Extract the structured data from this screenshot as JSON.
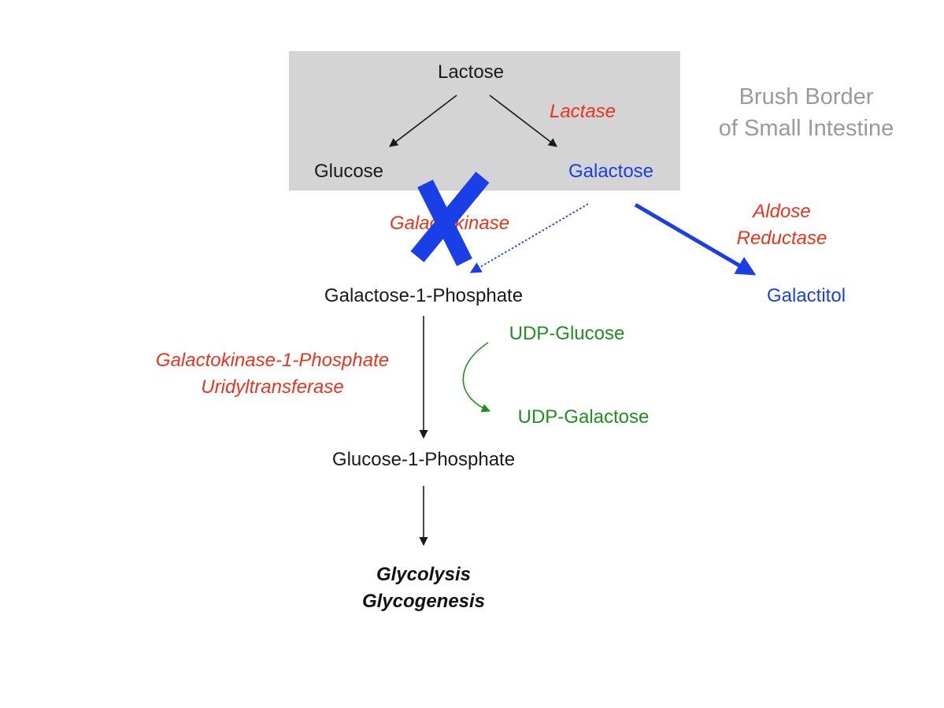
{
  "region": {
    "line1": "Brush Border",
    "line2": "of Small Intestine"
  },
  "nodes": {
    "lactose": "Lactose",
    "glucose": "Glucose",
    "galactose": "Galactose",
    "galactose_1_phosphate": "Galactose-1-Phosphate",
    "galactitol": "Galactitol",
    "udp_glucose": "UDP-Glucose",
    "udp_galactose": "UDP-Galactose",
    "glucose_1_phosphate": "Glucose-1-Phosphate",
    "outcome_line1": "Glycolysis",
    "outcome_line2": "Glycogenesis"
  },
  "enzymes": {
    "lactase": "Lactase",
    "galactokinase": "Galactokinase",
    "aldose_reductase_line1": "Aldose",
    "aldose_reductase_line2": "Reductase",
    "galt_line1": "Galactokinase-1-Phosphate",
    "galt_line2": "Uridyltransferase"
  },
  "colors": {
    "substrate": "#1a1a1a",
    "galactose_pathway": "#1a3fe6",
    "enzyme": "#e8341c",
    "cofactor": "#1f8f1f",
    "region_fill": "#d4d4d4",
    "block_mark": "#1a3fe6"
  },
  "icons": {
    "block_mark": "x-cross-icon"
  }
}
